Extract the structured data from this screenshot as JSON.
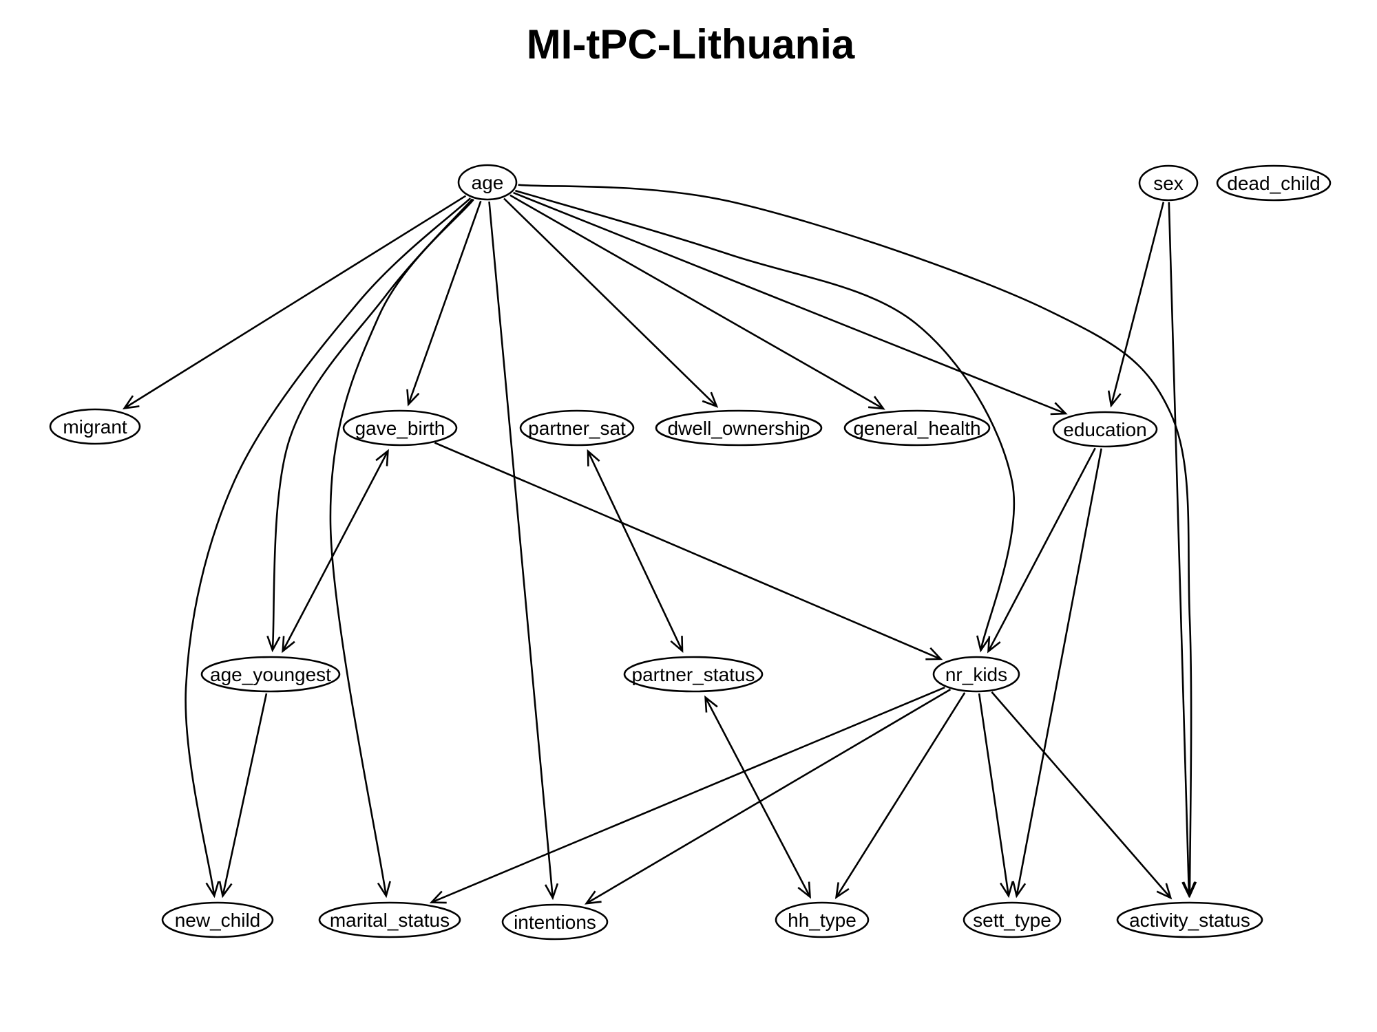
{
  "title": "MI-tPC-Lithuania",
  "colors": {
    "stroke": "#000000",
    "node_fill": "#ffffff",
    "background": "#ffffff"
  },
  "nodes": [
    {
      "id": "age",
      "label": "age"
    },
    {
      "id": "sex",
      "label": "sex"
    },
    {
      "id": "dead_child",
      "label": "dead_child"
    },
    {
      "id": "migrant",
      "label": "migrant"
    },
    {
      "id": "gave_birth",
      "label": "gave_birth"
    },
    {
      "id": "partner_sat",
      "label": "partner_sat"
    },
    {
      "id": "dwell_ownership",
      "label": "dwell_ownership"
    },
    {
      "id": "general_health",
      "label": "general_health"
    },
    {
      "id": "education",
      "label": "education"
    },
    {
      "id": "age_youngest",
      "label": "age_youngest"
    },
    {
      "id": "partner_status",
      "label": "partner_status"
    },
    {
      "id": "nr_kids",
      "label": "nr_kids"
    },
    {
      "id": "new_child",
      "label": "new_child"
    },
    {
      "id": "marital_status",
      "label": "marital_status"
    },
    {
      "id": "intentions",
      "label": "intentions"
    },
    {
      "id": "hh_type",
      "label": "hh_type"
    },
    {
      "id": "sett_type",
      "label": "sett_type"
    },
    {
      "id": "activity_status",
      "label": "activity_status"
    }
  ],
  "edges": [
    {
      "from": "age",
      "to": "migrant",
      "type": "directed"
    },
    {
      "from": "age",
      "to": "gave_birth",
      "type": "directed"
    },
    {
      "from": "age",
      "to": "dwell_ownership",
      "type": "directed"
    },
    {
      "from": "age",
      "to": "general_health",
      "type": "directed"
    },
    {
      "from": "age",
      "to": "education",
      "type": "directed"
    },
    {
      "from": "age",
      "to": "nr_kids",
      "type": "directed"
    },
    {
      "from": "age",
      "to": "activity_status",
      "type": "directed"
    },
    {
      "from": "age",
      "to": "age_youngest",
      "type": "directed"
    },
    {
      "from": "age",
      "to": "new_child",
      "type": "directed"
    },
    {
      "from": "age",
      "to": "marital_status",
      "type": "directed"
    },
    {
      "from": "age",
      "to": "intentions",
      "type": "directed"
    },
    {
      "from": "sex",
      "to": "education",
      "type": "directed"
    },
    {
      "from": "sex",
      "to": "activity_status",
      "type": "directed"
    },
    {
      "from": "gave_birth",
      "to": "nr_kids",
      "type": "directed"
    },
    {
      "from": "gave_birth",
      "to": "age_youngest",
      "type": "bidirected"
    },
    {
      "from": "partner_sat",
      "to": "partner_status",
      "type": "bidirected"
    },
    {
      "from": "education",
      "to": "nr_kids",
      "type": "directed"
    },
    {
      "from": "education",
      "to": "sett_type",
      "type": "directed"
    },
    {
      "from": "age_youngest",
      "to": "new_child",
      "type": "directed"
    },
    {
      "from": "partner_status",
      "to": "hh_type",
      "type": "bidirected"
    },
    {
      "from": "nr_kids",
      "to": "marital_status",
      "type": "directed"
    },
    {
      "from": "nr_kids",
      "to": "intentions",
      "type": "directed"
    },
    {
      "from": "nr_kids",
      "to": "hh_type",
      "type": "directed"
    },
    {
      "from": "nr_kids",
      "to": "sett_type",
      "type": "directed"
    },
    {
      "from": "nr_kids",
      "to": "activity_status",
      "type": "directed"
    }
  ]
}
